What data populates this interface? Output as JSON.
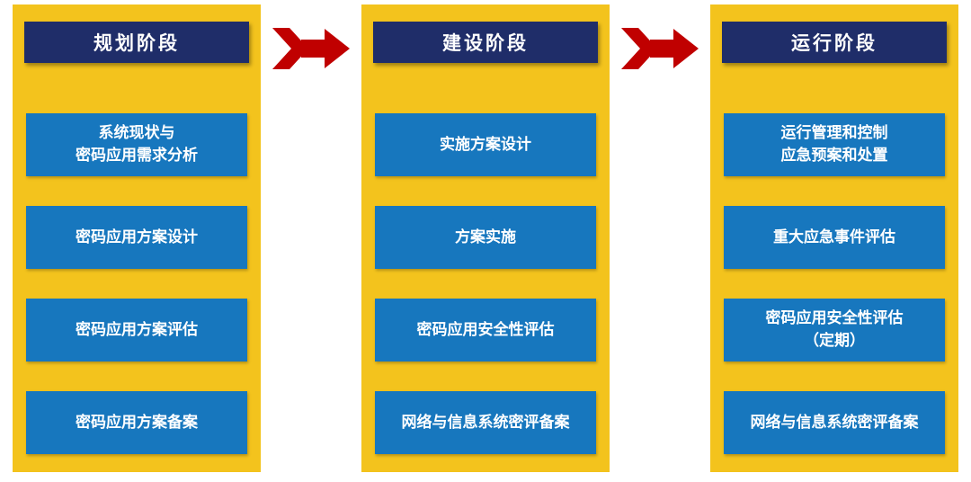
{
  "colors": {
    "panel_bg": "#F3C31D",
    "header_bg": "#1F2D69",
    "item_bg": "#1777BE",
    "arrow": "#C00000",
    "text": "#FFFFFF"
  },
  "columns": [
    {
      "header": "规划阶段",
      "items": [
        "系统现状与\n密码应用需求分析",
        "密码应用方案设计",
        "密码应用方案评估",
        "密码应用方案备案"
      ]
    },
    {
      "header": "建设阶段",
      "items": [
        "实施方案设计",
        "方案实施",
        "密码应用安全性评估",
        "网络与信息系统密评备案"
      ]
    },
    {
      "header": "运行阶段",
      "items": [
        "运行管理和控制\n应急预案和处置",
        "重大应急事件评估",
        "密码应用安全性评估\n（定期）",
        "网络与信息系统密评备案"
      ]
    }
  ]
}
